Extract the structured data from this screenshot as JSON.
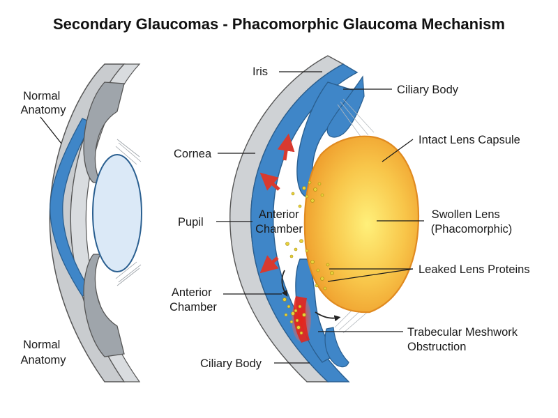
{
  "title": "Secondary Glaucomas - Phacomorphic Glaucoma Mechanism",
  "labels": {
    "normal_top": [
      "Normal",
      "Anatomy"
    ],
    "normal_bottom": [
      "Normal",
      "Anatomy"
    ],
    "iris": "Iris",
    "cornea": "Cornea",
    "pupil": "Pupil",
    "anterior_chamber_left": [
      "Anterior",
      "Chamber"
    ],
    "anterior_chamber_center": [
      "Anterior",
      "Chamber"
    ],
    "ciliary_body_bottom": "Ciliary Body",
    "ciliary_body_top": "Ciliary Body",
    "intact_lens_capsule": "Intact Lens Capsule",
    "swollen_lens": [
      "Swollen Lens",
      "(Phacomorphic)"
    ],
    "leaked_lens_proteins": "Leaked Lens Proteins",
    "trabecular_obstruction": [
      "Trabecular Meshwork",
      "Obstruction"
    ]
  },
  "colors": {
    "cornea_blue": "#3f86c8",
    "sclera_gray": "#c9cccf",
    "normal_lens": "#dbe9f7",
    "swollen_lens": "#f7b23a",
    "protein_yellow": "#e9d23a",
    "arrow_red": "#d83a2f",
    "obstruction_red": "#e2231a"
  }
}
